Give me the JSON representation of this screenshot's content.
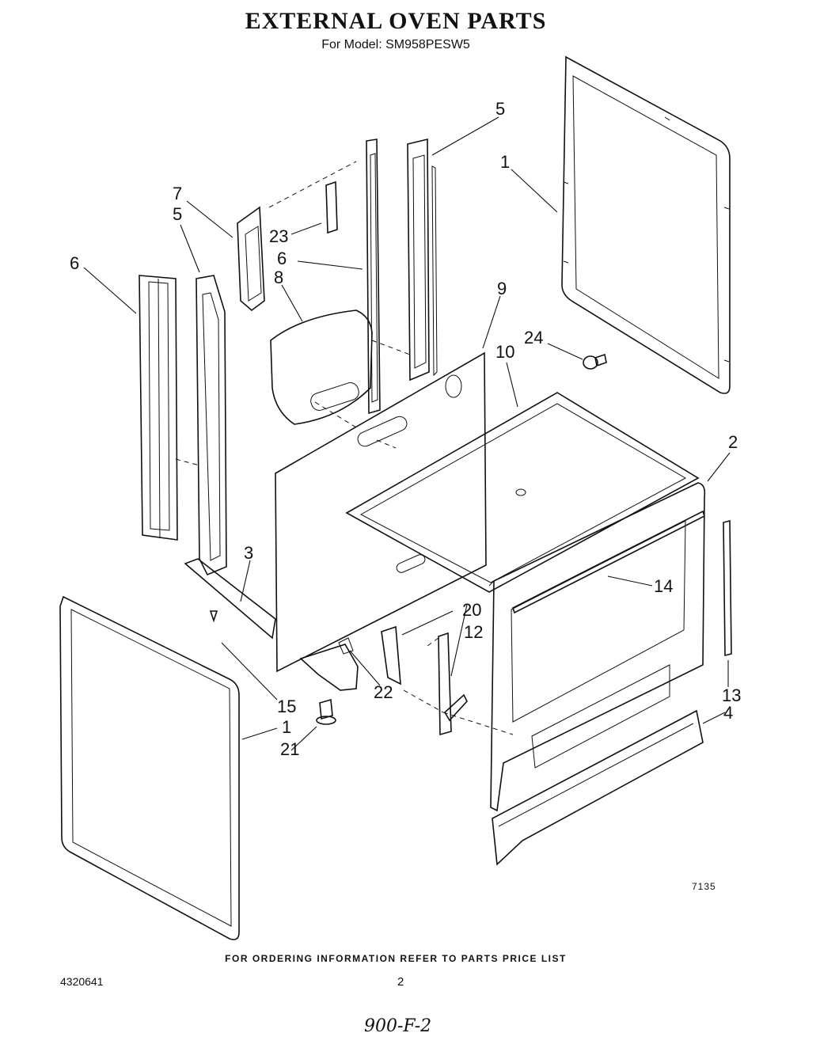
{
  "header": {
    "title": "EXTERNAL OVEN PARTS",
    "subtitle": "For Model: SM958PESW5"
  },
  "callouts": {
    "c1_right": "1",
    "c1_left": "1",
    "c2": "2",
    "c3": "3",
    "c4": "4",
    "c5_top": "5",
    "c5_left": "5",
    "c6_left": "6",
    "c6_mid": "6",
    "c7": "7",
    "c8": "8",
    "c9": "9",
    "c10": "10",
    "c12": "12",
    "c13": "13",
    "c14": "14",
    "c15": "15",
    "c20": "20",
    "c21": "21",
    "c22": "22",
    "c23": "23",
    "c24": "24"
  },
  "drawing_code": "7135",
  "footer": {
    "ordering_note": "FOR ORDERING INFORMATION REFER TO PARTS PRICE LIST",
    "doc_number": "4320641",
    "page_number": "2",
    "handwritten_ref": "900-F-2"
  }
}
